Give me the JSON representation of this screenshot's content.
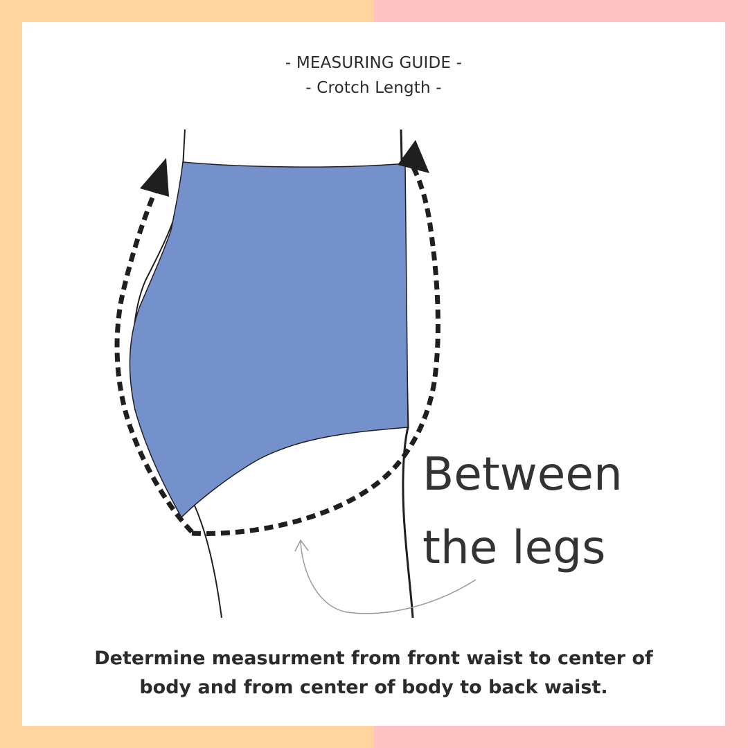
{
  "colors": {
    "frame_left": "#FFD49F",
    "frame_right": "#FFC3C6",
    "garment_fill": "#7591CB",
    "ink": "#1f1f1f",
    "guide_line": "#aaaaaa"
  },
  "header": {
    "line1": "- MEASURING GUIDE -",
    "line2": "- Crotch Length -"
  },
  "diagram": {
    "label_line1": "Between",
    "label_line2": "the legs",
    "garment_icon": "briefs-garment",
    "measure_icon": "dashed-measuring-arrow"
  },
  "caption": {
    "line1": "Determine measurment from front waist to center of",
    "line2": "body and from center of body to back waist."
  }
}
